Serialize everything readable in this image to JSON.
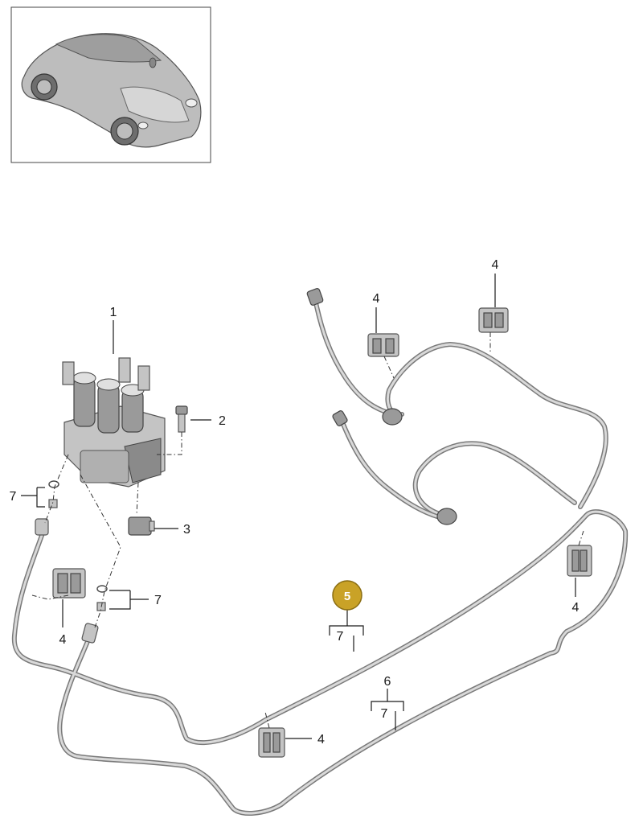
{
  "callouts": {
    "c1": "1",
    "c2": "2",
    "c3": "3",
    "c4a": "4",
    "c4b": "4",
    "c4c": "4",
    "c4d": "4",
    "c4e": "4",
    "c5": "5",
    "c6": "6",
    "c7a": "7",
    "c7b": "7",
    "c7c": "7",
    "c7d": "7"
  },
  "colors": {
    "highlight": "#c9a227",
    "line": "#1a1a1a",
    "tube": "#7a7a7a"
  },
  "icons": {
    "overview": "car-overview-icon"
  }
}
